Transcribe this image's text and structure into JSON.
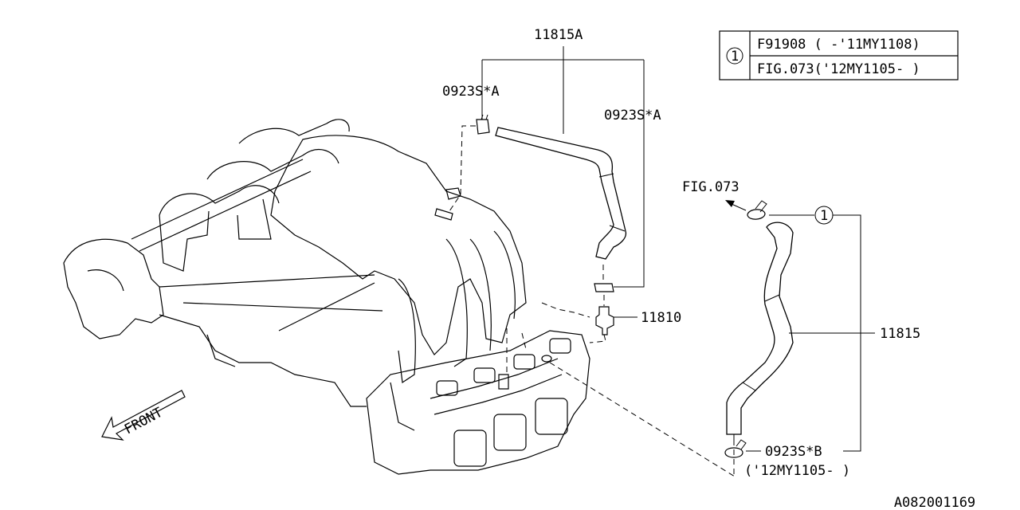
{
  "labels": {
    "part_11815A": "11815A",
    "clip_top_left": "0923S*A",
    "clip_top_right": "0923S*A",
    "part_11810": "11810",
    "part_11815": "11815",
    "clip_bottom": "0923S*B",
    "clip_bottom_note": "('12MY1105- )",
    "fig_ref": "FIG.073",
    "callout_number": "1",
    "front": "FRONT",
    "diagram_code": "A082001169"
  },
  "ref_table": {
    "key": "1",
    "rows": [
      "F91908 ( -'11MY1108)",
      "FIG.073('12MY1105- )"
    ]
  }
}
